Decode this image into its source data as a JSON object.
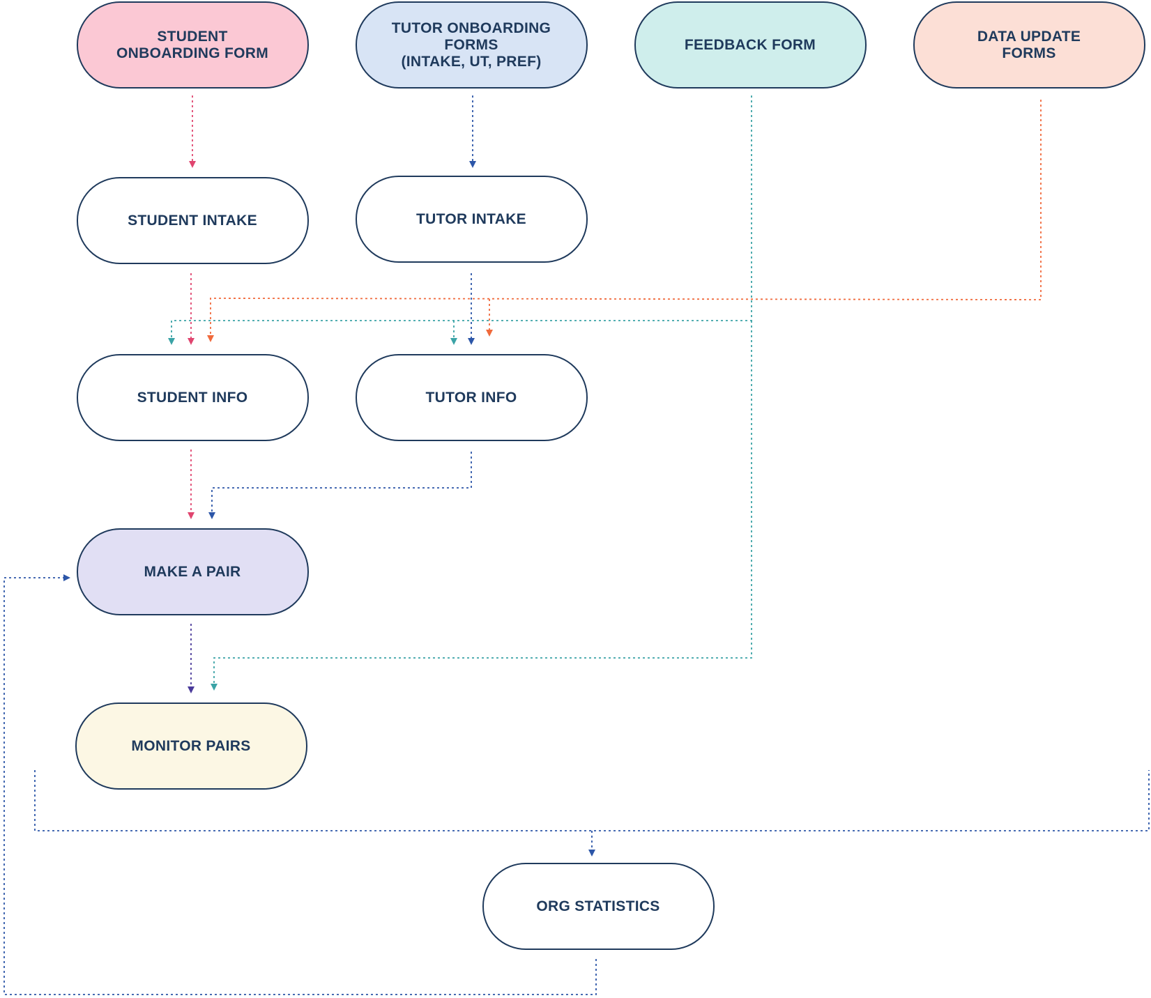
{
  "colors": {
    "node_border": "#1f3a5c",
    "text": "#1f3a5c",
    "student": "#e0456f",
    "tutor": "#2c56a8",
    "feedback": "#3aa3a6",
    "data_update": "#f06a3c",
    "pair": "#4a3a9a",
    "stats": "#2c56a8"
  },
  "nodes": {
    "student_onboarding_form": {
      "lines": [
        "STUDENT",
        "ONBOARDING FORM"
      ],
      "fill": "#fbc8d4"
    },
    "tutor_onboarding_forms": {
      "lines": [
        "TUTOR ONBOARDING",
        "FORMS",
        "(INTAKE, UT, PREF)"
      ],
      "fill": "#d8e4f5"
    },
    "feedback_form": {
      "lines": [
        "FEEDBACK FORM"
      ],
      "fill": "#cfeeec"
    },
    "data_update_forms": {
      "lines": [
        "DATA UPDATE",
        "FORMS"
      ],
      "fill": "#fcdfd6"
    },
    "student_intake": {
      "lines": [
        "STUDENT INTAKE"
      ],
      "fill": "#ffffff"
    },
    "tutor_intake": {
      "lines": [
        "TUTOR INTAKE"
      ],
      "fill": "#ffffff"
    },
    "student_info": {
      "lines": [
        "STUDENT INFO"
      ],
      "fill": "#ffffff"
    },
    "tutor_info": {
      "lines": [
        "TUTOR INFO"
      ],
      "fill": "#ffffff"
    },
    "make_a_pair": {
      "lines": [
        "MAKE A PAIR"
      ],
      "fill": "#e1dff4"
    },
    "monitor_pairs": {
      "lines": [
        "MONITOR PAIRS"
      ],
      "fill": "#fcf7e4"
    },
    "org_statistics": {
      "lines": [
        "ORG STATISTICS"
      ],
      "fill": "#ffffff"
    }
  },
  "edges": [
    {
      "from": "student_onboarding_form",
      "to": "student_intake",
      "color": "student"
    },
    {
      "from": "tutor_onboarding_forms",
      "to": "tutor_intake",
      "color": "tutor"
    },
    {
      "from": "student_intake",
      "to": "student_info",
      "color": "student"
    },
    {
      "from": "tutor_intake",
      "to": "tutor_info",
      "color": "tutor"
    },
    {
      "from": "feedback_form",
      "to": "student_info",
      "color": "feedback"
    },
    {
      "from": "feedback_form",
      "to": "tutor_info",
      "color": "feedback"
    },
    {
      "from": "data_update_forms",
      "to": "student_info",
      "color": "data_update"
    },
    {
      "from": "data_update_forms",
      "to": "tutor_info",
      "color": "data_update"
    },
    {
      "from": "student_info",
      "to": "make_a_pair",
      "color": "student"
    },
    {
      "from": "tutor_info",
      "to": "make_a_pair",
      "color": "tutor"
    },
    {
      "from": "make_a_pair",
      "to": "monitor_pairs",
      "color": "pair"
    },
    {
      "from": "feedback_form",
      "to": "monitor_pairs",
      "color": "feedback"
    },
    {
      "from": "data_sources",
      "to": "org_statistics",
      "color": "stats"
    },
    {
      "from": "org_statistics",
      "to": "make_a_pair",
      "color": "stats"
    }
  ]
}
